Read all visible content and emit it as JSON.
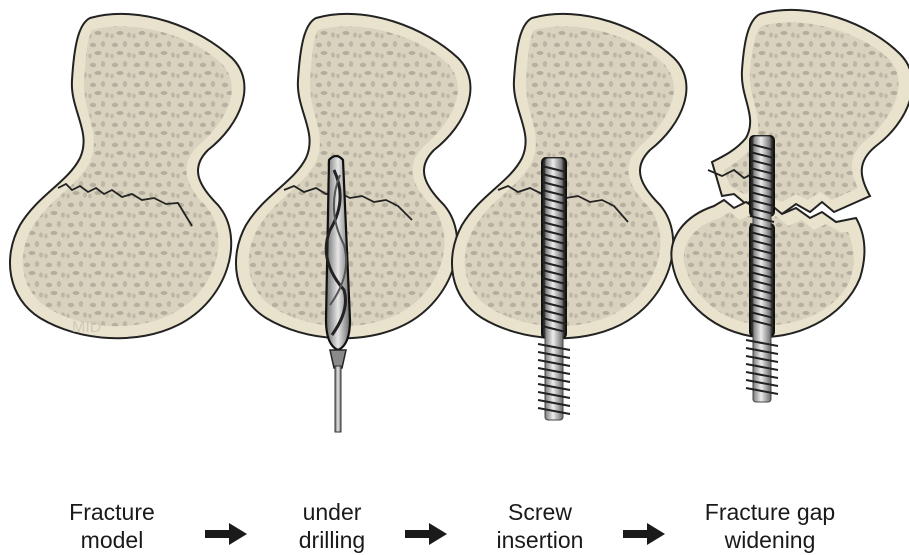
{
  "watermark": "MID",
  "steps": [
    {
      "line1": "Fracture",
      "line2": "model"
    },
    {
      "line1": "under",
      "line2": "drilling"
    },
    {
      "line1": "Screw",
      "line2": "insertion"
    },
    {
      "line1": "Fracture gap",
      "line2": "widening"
    }
  ],
  "arrows": [
    "right-arrow-icon",
    "right-arrow-icon",
    "right-arrow-icon"
  ],
  "colors": {
    "bone_cortex": "#e9e2cc",
    "bone_cancellous": "#d9d4c2",
    "bone_pores": "#b9b3a3",
    "outline": "#222222",
    "metal": "#4a4a4a",
    "thread": "#c9c9c9",
    "text": "#1a1a1a"
  }
}
